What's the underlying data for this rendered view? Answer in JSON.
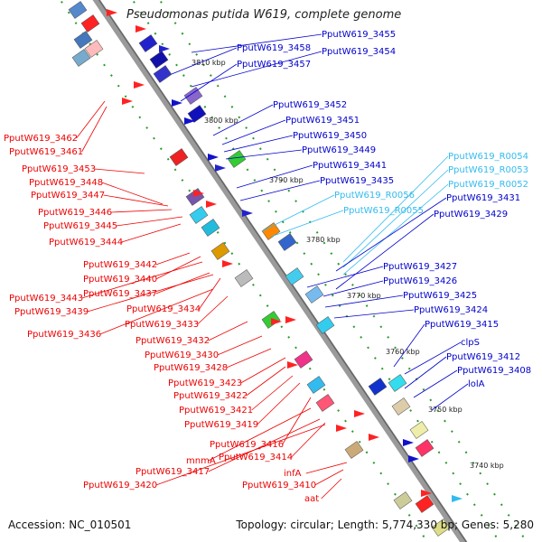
{
  "title": "Pseudomonas putida W619, complete genome",
  "footer": {
    "accession": "Accession: NC_010501",
    "summary": "Topology: circular; Length: 5,774,330 bp; Genes: 5,280"
  },
  "colors": {
    "left_labels": "#ee0000",
    "right_labels": "#0000cc",
    "rna_labels": "#33bbee",
    "backbone": "#888888",
    "ticks": "#2a9a2a"
  },
  "scale_labels": [
    "3810 kbp",
    "3800 kbp",
    "3790 kbp",
    "3780 kbp",
    "3770 kbp",
    "3760 kbp",
    "3750 kbp",
    "3740 kbp"
  ],
  "left_labels": [
    "PputW619_3462",
    "PputW619_3461",
    "PputW619_3453",
    "PputW619_3448",
    "PputW619_3447",
    "PputW619_3446",
    "PputW619_3445",
    "PputW619_3444",
    "PputW619_3442",
    "PputW619_3440",
    "PputW619_3443",
    "PputW619_3437",
    "PputW619_3439",
    "PputW619_3434",
    "PputW619_3436",
    "PputW619_3433",
    "PputW619_3432",
    "PputW619_3430",
    "PputW619_3428",
    "PputW619_3423",
    "PputW619_3422",
    "PputW619_3421",
    "PputW619_3419",
    "PputW619_3416",
    "mnmA",
    "PputW619_3414",
    "PputW619_3417",
    "infA",
    "PputW619_3420",
    "PputW619_3410",
    "aat"
  ],
  "right_labels": [
    "PputW619_3455",
    "PputW619_3458",
    "PputW619_3454",
    "PputW619_3457",
    "PputW619_3452",
    "PputW619_3451",
    "PputW619_3450",
    "PputW619_3449",
    "PputW619_3441",
    "PputW619_R0054",
    "PputW619_3435",
    "PputW619_R0053",
    "PputW619_R0056",
    "PputW619_R0052",
    "PputW619_3431",
    "PputW619_R0055",
    "PputW619_3429",
    "PputW619_3427",
    "PputW619_3426",
    "PputW619_3425",
    "PputW619_3424",
    "PputW619_3415",
    "clpS",
    "PputW619_3412",
    "PputW619_3408",
    "lolA"
  ]
}
